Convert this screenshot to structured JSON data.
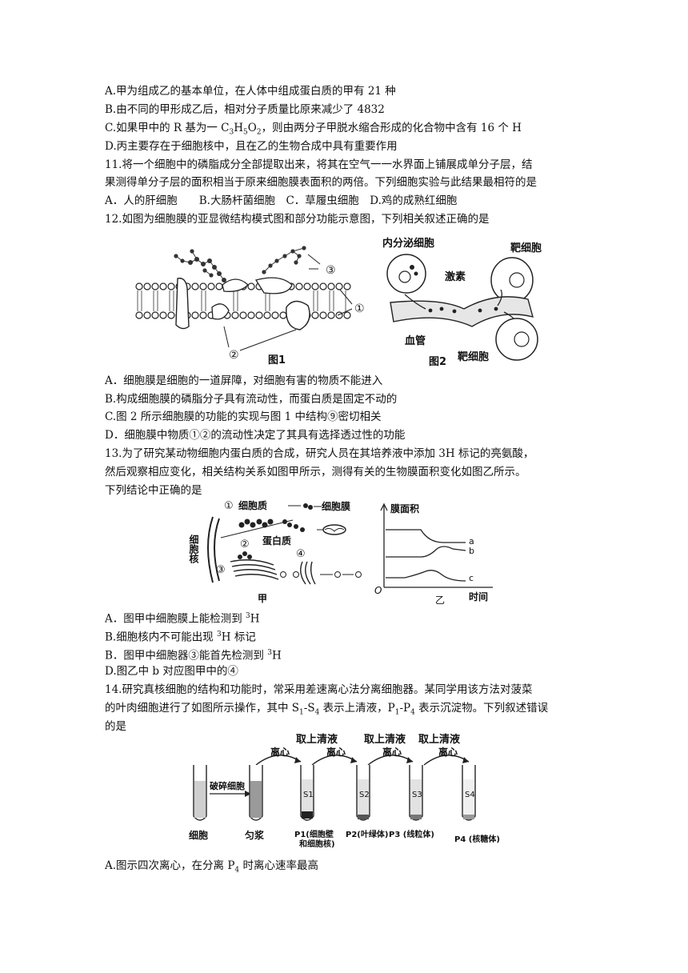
{
  "q10": {
    "optA": "A.甲为组成乙的基本单位，在人体中组成蛋白质的甲有 21 种",
    "optB": "B.由不同的甲形成乙后，相对分子质量比原来减少了 4832",
    "optC_pre": "C.如果甲中的 R 基为一 C",
    "optC_s1": "3",
    "optC_m1": "H",
    "optC_s2": "5",
    "optC_m2": "O",
    "optC_s3": "2",
    "optC_post": "，则由两分子甲脱水缩合形成的化合物中含有 16 个 H",
    "optD": "D.丙主要存在于细胞核中，且在乙的生物合成中具有重要作用"
  },
  "q11": {
    "stem1": "11.将一个细胞中的磷脂成分全部提取出来，将其在空气一一水界面上铺展成单分子层，结",
    "stem2": "果测得单分子层的面积相当于原来细胞膜表面积的两倍。下列细胞实验与此结果最相符的是",
    "options": "A．人的肝细胞　　B.大肠杆菌细胞　C．草履虫细胞　D.鸡的成熟红细胞"
  },
  "q12": {
    "stem": "12.如图为细胞膜的亚显微结构模式图和部分功能示意图，下列相关叙述正确的是",
    "fig1_caption": "图1",
    "fig1_label1": "①",
    "fig1_label2": "②",
    "fig1_label3": "③",
    "fig2_caption": "图2",
    "fig2_endocrine": "内分泌细胞",
    "fig2_target_top": "靶细胞",
    "fig2_hormone": "激素",
    "fig2_vessel": "血管",
    "fig2_target_bottom": "靶细胞",
    "optA": "A．细胞膜是细胞的一道屏障，对细胞有害的物质不能进入",
    "optB": "B.构成细胞膜的磷脂分子具有流动性，而蛋白质是固定不动的",
    "optC": "C.图 2 所示细胞膜的功能的实现与图 1 中结构⑨密切相关",
    "optD": "D．细胞膜中物质①②的流动性决定了其具有选择透过性的功能"
  },
  "q13": {
    "stem1": "13.为了研究某动物细胞内蛋白质的合成，研究人员在其培养液中添加 3H 标记的亮氨酸，",
    "stem2": "然后观察相应变化，相关结构关系如图甲所示，测得有关的生物膜面积变化如图乙所示。",
    "stem3": "下列结论中正确的是",
    "figA_l1": "①",
    "figA_cytoplasm": "细胞质",
    "figA_membrane": "细胞膜",
    "figA_nucleus": "细胞核",
    "figA_l2": "②",
    "figA_protein": "蛋白质",
    "figA_l3": "③",
    "figA_l4": "④",
    "figA_caption": "甲",
    "figB_ylabel": "膜面积",
    "figB_a": "a",
    "figB_b": "b",
    "figB_c": "c",
    "figB_origin": "O",
    "figB_xlabel": "时间",
    "figB_caption": "乙",
    "optA_pre": "A．图甲中细胞膜上能检测到 ",
    "optA_sup": "3",
    "optA_post": "H",
    "optB_pre": "B.细胞核内不可能出现 ",
    "optB_sup": "3",
    "optB_post": "H 标记",
    "optC_pre": "B．图甲中细胞器③能首先检测到 ",
    "optC_sup": "3",
    "optC_post": "H",
    "optD": "D.图乙中 b 对应图甲中的④"
  },
  "q14": {
    "stem1": "14.研究真核细胞的结构和功能时，常采用差速离心法分离细胞器。某同学用该方法对菠菜",
    "stem2_a": "的叶肉细胞进行了如图所示操作，其中 S",
    "stem2_s1": "1",
    "stem2_b": "-S",
    "stem2_s2": "4",
    "stem2_c": " 表示上清液，P",
    "stem2_s3": "1",
    "stem2_d": "-P",
    "stem2_s4": "4",
    "stem2_e": " 表示沉淀物。下列叙述错误",
    "stem3": "的是",
    "fig_take1": "取上清液",
    "fig_take2": "取上清液",
    "fig_take3": "取上清液",
    "fig_cent1": "离心",
    "fig_cent2": "离心",
    "fig_cent3": "离心",
    "fig_cent4": "离心",
    "fig_break": "破碎细胞",
    "fig_cell": "细胞",
    "fig_homogenate": "匀浆",
    "fig_s1": "S1",
    "fig_s2": "S2",
    "fig_s3": "S3",
    "fig_s4": "S4",
    "fig_p1a": "P1(细胞壁",
    "fig_p1b": "和细胞核)",
    "fig_p2": "P2(叶绿体)",
    "fig_p3": "P3 (线粒体)",
    "fig_p4": "P4 (核糖体)",
    "optA_pre": "A.图示四次离心，在分离 P",
    "optA_sub": "4",
    "optA_post": " 时离心速率最高"
  }
}
